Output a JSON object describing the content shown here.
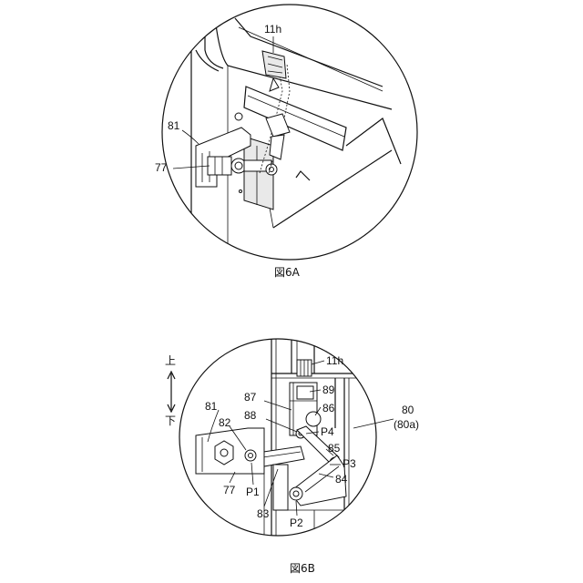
{
  "figures": [
    {
      "caption": "図6A",
      "labels": {
        "l11h": "11h",
        "l81": "81",
        "l77": "77"
      }
    },
    {
      "caption": "図6B",
      "labels": {
        "l11h": "11h",
        "l89": "89",
        "l87": "87",
        "l86": "86",
        "l88": "88",
        "l81": "81",
        "l82": "82",
        "l80": "80",
        "l80a": "(80a)",
        "lP4": "P4",
        "l85": "85",
        "lP3": "P3",
        "l84": "84",
        "l77": "77",
        "lP1": "P1",
        "l83": "83",
        "lP2": "P2"
      },
      "direction": {
        "up": "上",
        "down": "下"
      }
    }
  ]
}
